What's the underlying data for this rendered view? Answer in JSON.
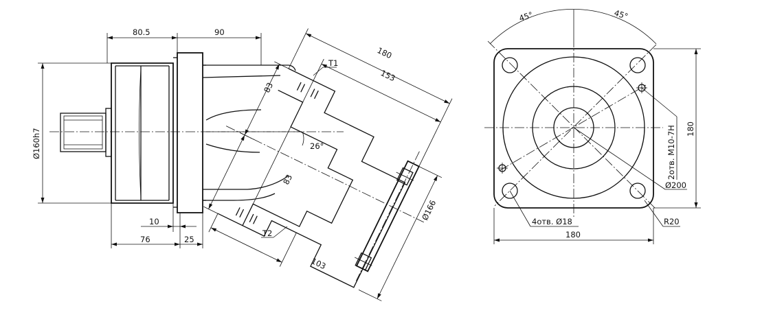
{
  "side_view": {
    "dim_flange_width": "80.5",
    "dim_top_90": "90",
    "dim_diameter_160": "Ø160h7",
    "dim_10": "10",
    "dim_76": "76",
    "dim_25": "25"
  },
  "angled_view": {
    "dim_180": "180",
    "dim_153": "153",
    "port_t1": "T1",
    "port_t2": "T2",
    "dim_83_top": "83",
    "dim_83_bottom": "83",
    "angle_26": "26°",
    "dim_diameter_166": "Ø166",
    "dim_103": "103"
  },
  "front_view": {
    "angle_left": "45°",
    "angle_right": "45°",
    "thread_note": "2отв. M10-7H",
    "dim_height_180": "180",
    "dim_diameter_200": "Ø200",
    "hole_note": "4отв. Ø18",
    "radius_note": "R20",
    "dim_width_180": "180"
  }
}
